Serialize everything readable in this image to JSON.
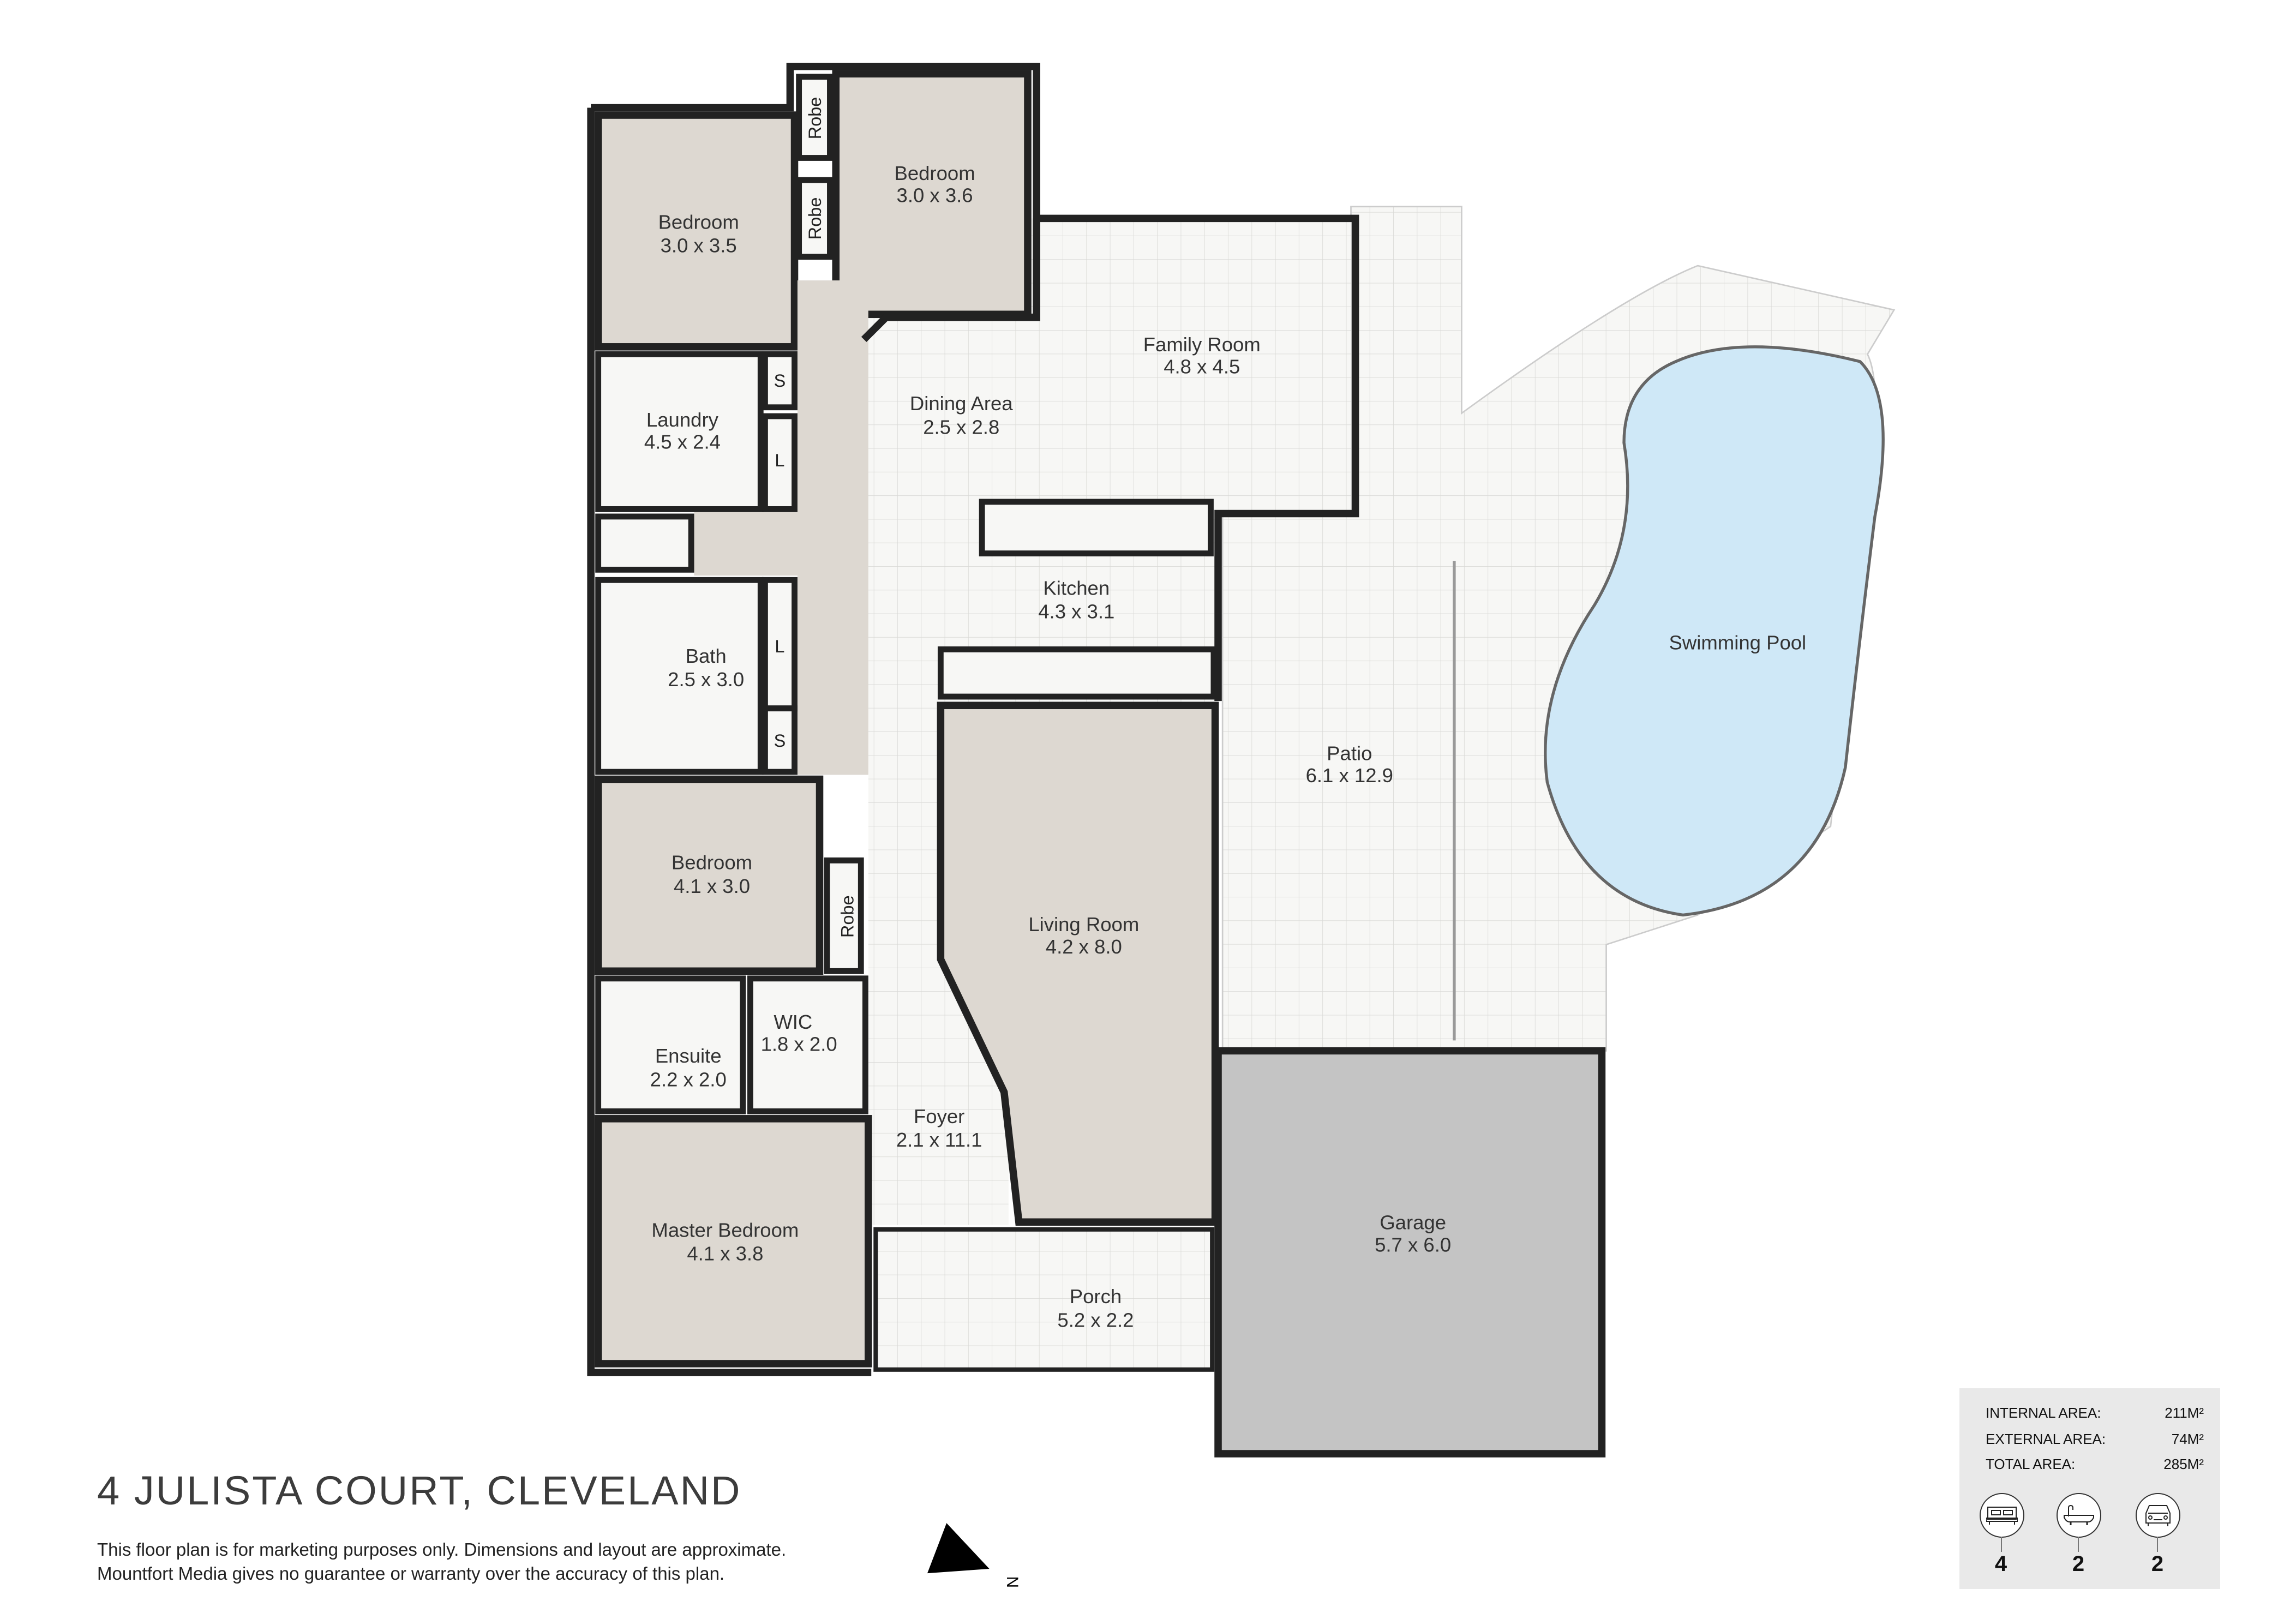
{
  "title": "4 JULISTA COURT, CLEVELAND",
  "disclaimer": [
    "This floor plan is for marketing purposes only. Dimensions and layout are approximate.",
    "Mountfort Media gives no guarantee or warranty over the accuracy of this plan."
  ],
  "compass": {
    "label": "N"
  },
  "rooms": {
    "bed1": {
      "name": "Bedroom",
      "dim": "3.0 x 3.5"
    },
    "bed2": {
      "name": "Bedroom",
      "dim": "3.0 x 3.6"
    },
    "family": {
      "name": "Family Room",
      "dim": "4.8 x 4.5"
    },
    "dining": {
      "name": "Dining Area",
      "dim": "2.5 x 2.8"
    },
    "laundry": {
      "name": "Laundry",
      "dim": "4.5 x 2.4"
    },
    "kitchen": {
      "name": "Kitchen",
      "dim": "4.3 x 3.1"
    },
    "bath": {
      "name": "Bath",
      "dim": "2.5 x 3.0"
    },
    "pool": {
      "name": "Swimming Pool"
    },
    "patio": {
      "name": "Patio",
      "dim": "6.1 x 12.9"
    },
    "bed3": {
      "name": "Bedroom",
      "dim": "4.1 x 3.0"
    },
    "living": {
      "name": "Living Room",
      "dim": "4.2 x 8.0"
    },
    "ensuite": {
      "name": "Ensuite",
      "dim": "2.2 x 2.0"
    },
    "wic": {
      "name": "WIC",
      "dim": "1.8 x 2.0"
    },
    "foyer": {
      "name": "Foyer",
      "dim": "2.1 x 11.1"
    },
    "master": {
      "name": "Master Bedroom",
      "dim": "4.1 x 3.8"
    },
    "porch": {
      "name": "Porch",
      "dim": "5.2 x 2.2"
    },
    "garage": {
      "name": "Garage",
      "dim": "5.7 x 6.0"
    }
  },
  "cupboards": {
    "robe": "Robe",
    "s": "S",
    "l": "L"
  },
  "areas": [
    {
      "label": "INTERNAL AREA:",
      "value": "211M²"
    },
    {
      "label": "EXTERNAL AREA:",
      "value": "74M²"
    },
    {
      "label": "TOTAL AREA:",
      "value": "285M²"
    }
  ],
  "counts": {
    "bedrooms": "4",
    "bathrooms": "2",
    "cars": "2"
  },
  "colors": {
    "carpet": "#ddd8d1",
    "tile": "#f6f6f4",
    "wall": "#222222",
    "pool": "#cfe8f7",
    "garage": "#c4c4c4"
  }
}
